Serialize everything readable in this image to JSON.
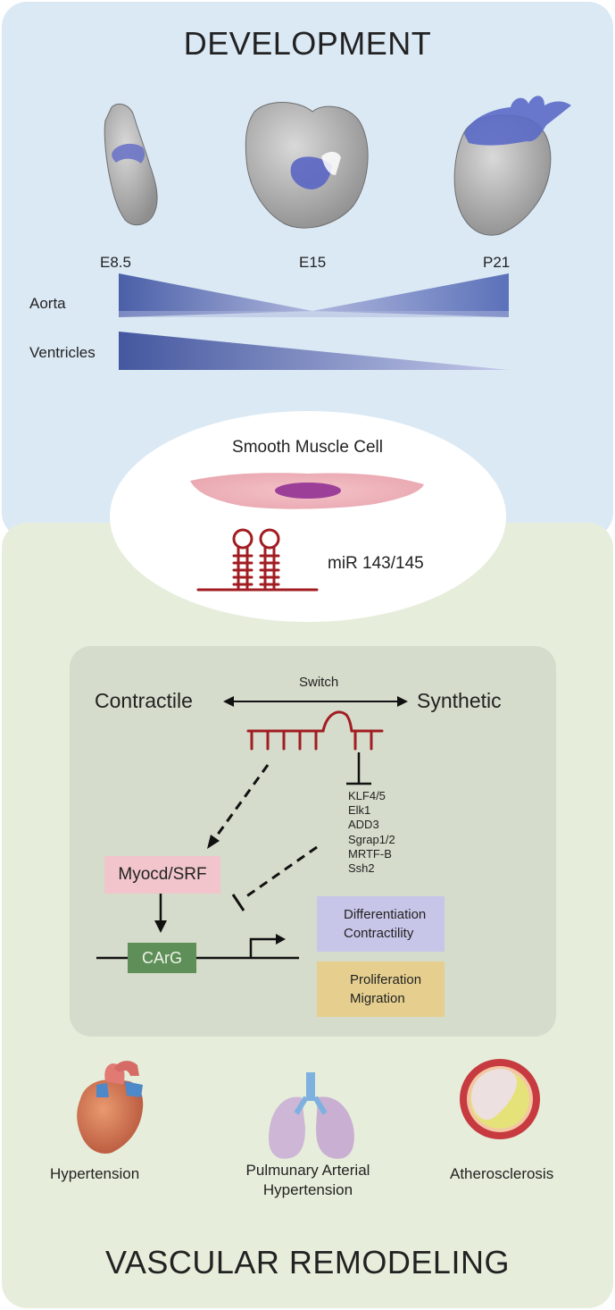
{
  "development": {
    "title": "DEVELOPMENT",
    "stages": [
      "E8.5",
      "E15",
      "P21"
    ],
    "rows": [
      "Aorta",
      "Ventricles"
    ]
  },
  "cell": {
    "title": "Smooth Muscle Cell",
    "mirna": "miR 143/145"
  },
  "mechanism": {
    "contractile": "Contractile",
    "switch": "Switch",
    "synthetic": "Synthetic",
    "targets": [
      "KLF4/5",
      "Elk1",
      "ADD3",
      "Sgrap1/2",
      "MRTF-B",
      "Ssh2"
    ],
    "myocd": "Myocd/SRF",
    "carg": "CArG",
    "up_effects": [
      "Differentiation",
      "Contractility"
    ],
    "down_effects": [
      "Proliferation",
      "Migration"
    ]
  },
  "diseases": {
    "hypertension": "Hypertension",
    "pah_line1": "Pulmunary Arterial",
    "pah_line2": "Hypertension",
    "atherosclerosis": "Atherosclerosis"
  },
  "remodeling": {
    "title": "VASCULAR REMODELING"
  },
  "colors": {
    "dev_bg": "#dbe9f5",
    "remodel_bg": "#e6eedb",
    "inner_bg": "#d5dccb",
    "mirna_red": "#a11d22",
    "myocd_box": "#f1c5cb",
    "carg_box": "#5f8f58",
    "up_box": "#c7c6e8",
    "down_box": "#e6cf8e",
    "gradient_blue": "#4a5fa8"
  }
}
